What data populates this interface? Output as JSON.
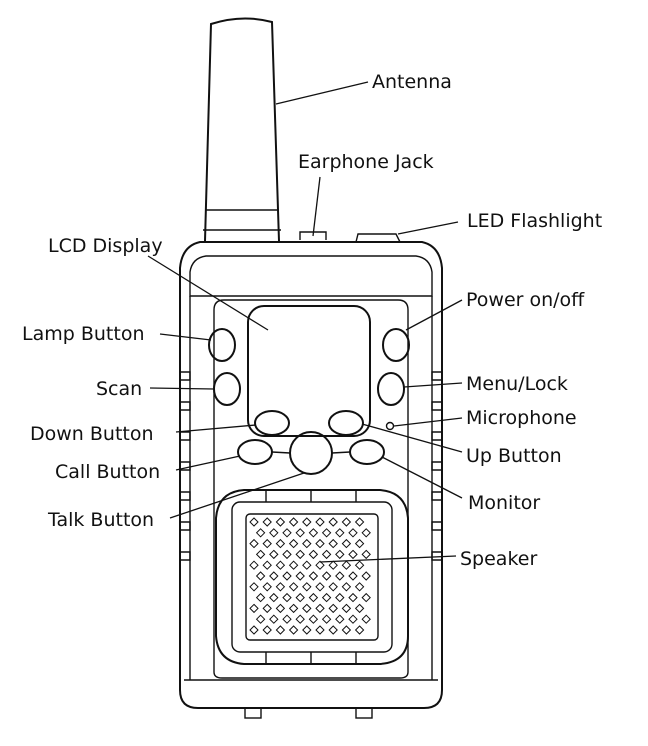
{
  "labels": {
    "antenna": "Antenna",
    "earphone_jack": "Earphone Jack",
    "led_flashlight": "LED Flashlight",
    "lcd_display": "LCD Display",
    "power": "Power on/off",
    "lamp_button": "Lamp Button",
    "scan": "Scan",
    "menu_lock": "Menu/Lock",
    "microphone": "Microphone",
    "down_button": "Down Button",
    "up_button": "Up Button",
    "call_button": "Call Button",
    "monitor": "Monitor",
    "talk_button": "Talk Button",
    "speaker": "Speaker"
  },
  "colors": {
    "line": "#111111",
    "background": "#ffffff"
  }
}
